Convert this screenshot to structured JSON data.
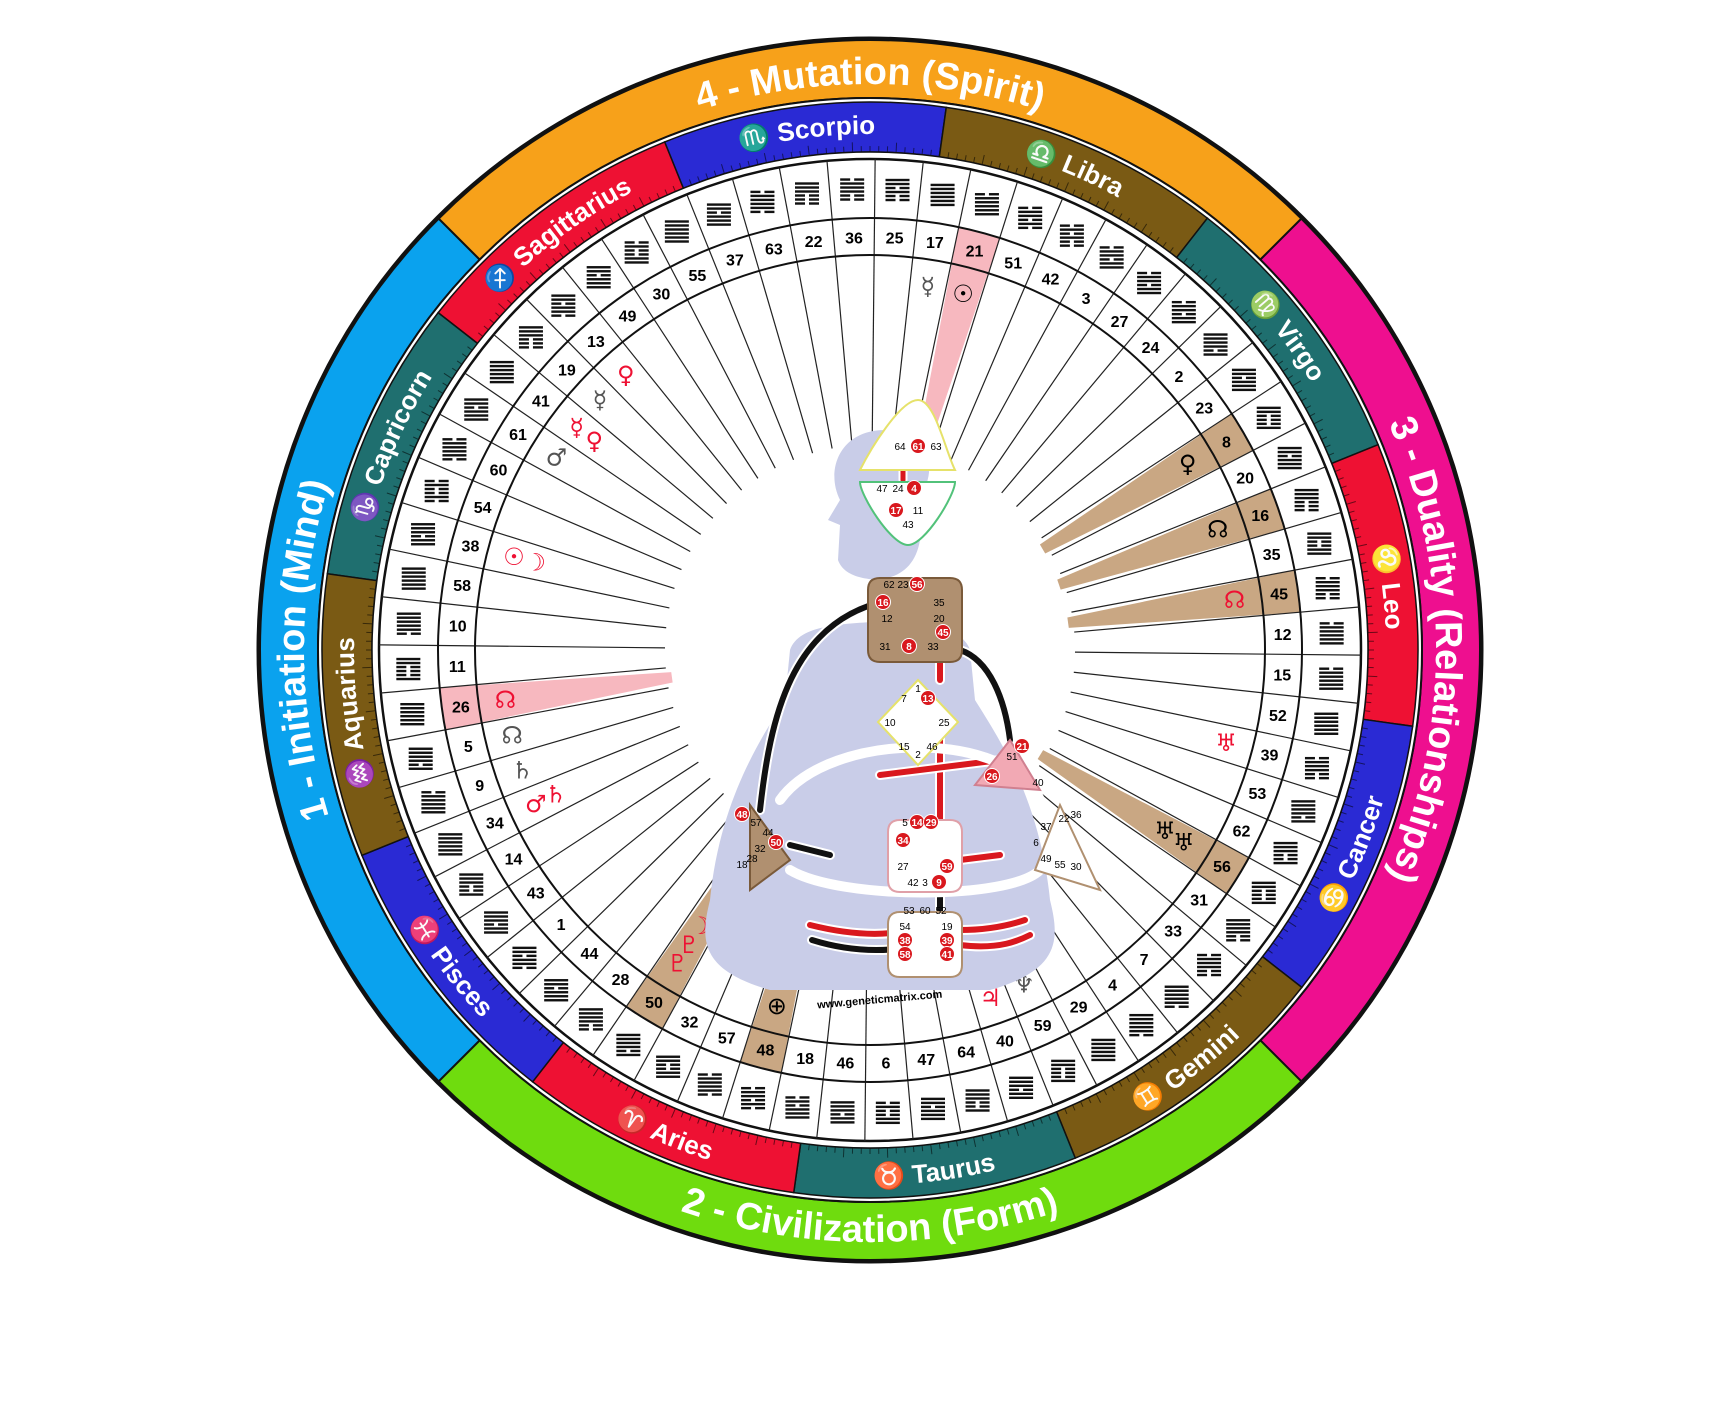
{
  "quarters": [
    {
      "label": "4 - Mutation (Spirit)",
      "color": "#f7a11a"
    },
    {
      "label": "3 - Duality (Relationships)",
      "color": "#ee0f8f"
    },
    {
      "label": "2 - Civilization (Form)",
      "color": "#6fdc0e"
    },
    {
      "label": "1 - Initiation (Mind)",
      "color": "#0aa2ee"
    }
  ],
  "signs": [
    {
      "name": "Capricorn",
      "glyph": "♑",
      "color": "#1f6f6f"
    },
    {
      "name": "Sagittarius",
      "glyph": "♐",
      "color": "#ee1133"
    },
    {
      "name": "Scorpio",
      "glyph": "♏",
      "color": "#2a2ad4"
    },
    {
      "name": "Libra",
      "glyph": "♎",
      "color": "#7a5a14"
    },
    {
      "name": "Virgo",
      "glyph": "♍",
      "color": "#1f6f6f"
    },
    {
      "name": "Leo",
      "glyph": "♌",
      "color": "#ee1133"
    },
    {
      "name": "Cancer",
      "glyph": "♋",
      "color": "#2a2ad4"
    },
    {
      "name": "Gemini",
      "glyph": "♊",
      "color": "#7a5a14"
    },
    {
      "name": "Taurus",
      "glyph": "♉",
      "color": "#1f6f6f"
    },
    {
      "name": "Aries",
      "glyph": "♈",
      "color": "#ee1133"
    },
    {
      "name": "Pisces",
      "glyph": "♓",
      "color": "#2a2ad4"
    },
    {
      "name": "Aquarius",
      "glyph": "♒",
      "color": "#7a5a14"
    }
  ],
  "gates": [
    "41",
    "19",
    "13",
    "49",
    "30",
    "55",
    "37",
    "63",
    "22",
    "36",
    "25",
    "17",
    "21",
    "51",
    "42",
    "3",
    "27",
    "24",
    "2",
    "23",
    "8",
    "20",
    "16",
    "35",
    "45",
    "12",
    "15",
    "52",
    "39",
    "53",
    "62",
    "56",
    "31",
    "33",
    "7",
    "4",
    "29",
    "59",
    "40",
    "64",
    "47",
    "6",
    "46",
    "18",
    "48",
    "57",
    "32",
    "50",
    "28",
    "44",
    "1",
    "43",
    "14",
    "34",
    "9",
    "5",
    "26",
    "11",
    "10",
    "58",
    "38",
    "54",
    "60",
    "61"
  ],
  "highlighted_gates": [
    {
      "gate": "26",
      "color": "#f7b8bf"
    },
    {
      "gate": "21",
      "color": "#f7b8bf"
    },
    {
      "gate": "50",
      "color": "#c9a783"
    },
    {
      "gate": "48",
      "color": "#c9a783"
    },
    {
      "gate": "8",
      "color": "#c9a783"
    },
    {
      "gate": "16",
      "color": "#c9a783"
    },
    {
      "gate": "45",
      "color": "#c9a783"
    },
    {
      "gate": "56",
      "color": "#c9a783"
    }
  ],
  "planets": [
    {
      "gate": "26",
      "glyphs": [
        "☊"
      ],
      "color": "#ee1133"
    },
    {
      "gate": "38",
      "glyphs": [
        "☉",
        "☽"
      ],
      "color": "#ee1133"
    },
    {
      "gate": "61",
      "glyphs": [
        "♂"
      ],
      "color": "#555555"
    },
    {
      "gate": "5",
      "glyphs": [
        "☊"
      ],
      "color": "#555555"
    },
    {
      "gate": "9",
      "glyphs": [
        "♄"
      ],
      "color": "#555555"
    },
    {
      "gate": "34",
      "glyphs": [
        "♂",
        "♄"
      ],
      "color": "#ee1133"
    },
    {
      "gate": "41",
      "glyphs": [
        "☿",
        "♀"
      ],
      "color": "#ee1133"
    },
    {
      "gate": "19",
      "glyphs": [
        "☿"
      ],
      "color": "#555555"
    },
    {
      "gate": "13",
      "glyphs": [
        "♀"
      ],
      "color": "#ee1133"
    },
    {
      "gate": "50",
      "glyphs": [
        "♇",
        "♇",
        "☽"
      ],
      "color": "#ee1133"
    },
    {
      "gate": "48",
      "glyphs": [
        "⊕"
      ],
      "color": "#000000"
    },
    {
      "gate": "17",
      "glyphs": [
        "☿"
      ],
      "color": "#555555"
    },
    {
      "gate": "21",
      "glyphs": [
        "☉"
      ],
      "color": "#000000"
    },
    {
      "gate": "40",
      "glyphs": [
        "♃",
        "♃"
      ],
      "color": "#ee1133"
    },
    {
      "gate": "59",
      "glyphs": [
        "♆",
        "♆"
      ],
      "color": "#555555"
    },
    {
      "gate": "8",
      "glyphs": [
        "♀"
      ],
      "color": "#000000"
    },
    {
      "gate": "16",
      "glyphs": [
        "☊"
      ],
      "color": "#000000"
    },
    {
      "gate": "45",
      "glyphs": [
        "☊"
      ],
      "color": "#ee1133"
    },
    {
      "gate": "39",
      "glyphs": [
        "♅"
      ],
      "color": "#ee1133"
    },
    {
      "gate": "56",
      "glyphs": [
        "♅",
        "♅"
      ],
      "color": "#000000"
    }
  ],
  "bodygraph": {
    "centers": [
      {
        "id": "head",
        "numbers": [
          "64",
          "61",
          "63"
        ]
      },
      {
        "id": "ajna",
        "numbers": [
          "47",
          "24",
          "4",
          "17",
          "11",
          "43"
        ]
      },
      {
        "id": "throat",
        "numbers": [
          "62",
          "23",
          "56",
          "16",
          "35",
          "12",
          "20",
          "45",
          "31",
          "8",
          "33"
        ]
      },
      {
        "id": "g",
        "numbers": [
          "1",
          "7",
          "13",
          "10",
          "25",
          "15",
          "2",
          "46"
        ]
      },
      {
        "id": "heart",
        "numbers": [
          "21",
          "51",
          "26",
          "40"
        ]
      },
      {
        "id": "spleen",
        "numbers": [
          "48",
          "57",
          "44",
          "50",
          "32",
          "28",
          "18"
        ]
      },
      {
        "id": "sacral",
        "numbers": [
          "5",
          "14",
          "29",
          "34",
          "27",
          "59",
          "42",
          "3",
          "9"
        ]
      },
      {
        "id": "solar-plexus",
        "numbers": [
          "36",
          "22",
          "37",
          "6",
          "49",
          "55",
          "30"
        ]
      },
      {
        "id": "root",
        "numbers": [
          "53",
          "60",
          "52",
          "54",
          "19",
          "38",
          "39",
          "58",
          "41"
        ]
      }
    ],
    "activated": [
      "61",
      "4",
      "17",
      "56",
      "16",
      "45",
      "8",
      "13",
      "21",
      "26",
      "48",
      "50",
      "14",
      "29",
      "34",
      "59",
      "9",
      "38",
      "39",
      "58",
      "41"
    ],
    "url": "www.geneticmatrix.com"
  },
  "colors": {
    "body_fill": "#c9cde8",
    "active_red": "#d9181e",
    "active_black": "#111111",
    "head_stroke": "#e6e26a",
    "ajna_stroke": "#52c27a",
    "motor_fill": "#b09070"
  }
}
